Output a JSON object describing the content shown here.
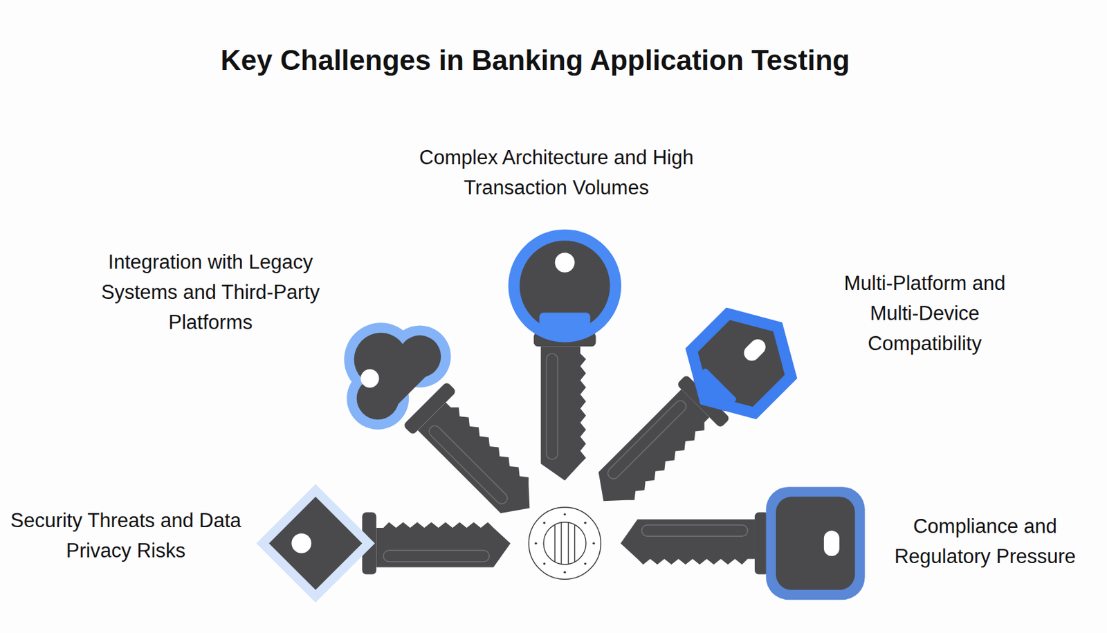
{
  "diagram": {
    "title": "Key Challenges in Banking Application Testing",
    "labels": [
      "Complex Architecture and High Transaction Volumes",
      "Integration with Legacy Systems and Third-Party Platforms",
      "Multi-Platform and Multi-Device Compatibility",
      "Security Threats and Data Privacy Risks",
      "Compliance and Regulatory Pressure"
    ]
  }
}
